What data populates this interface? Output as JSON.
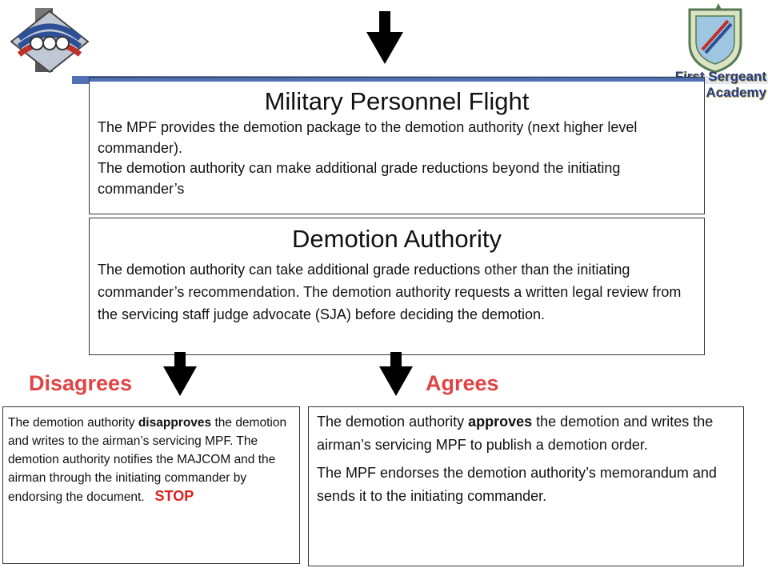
{
  "header": {
    "left_logo_icon": "first-sergeant-chevron-logo-icon",
    "right_logo_icon": "first-sergeant-academy-shield-icon",
    "academy_title": "First Sergeant Academy"
  },
  "mpf_box": {
    "title": "Military Personnel Flight",
    "para1": "The MPF provides the demotion package to the demotion authority (next higher level commander).",
    "para2": "The demotion authority can make additional grade reductions beyond the initiating commander’s"
  },
  "authority_box": {
    "title": "Demotion Authority",
    "text": "The demotion authority can take additional grade reductions other than the initiating commander’s recommendation.  The demotion authority requests a written legal review from the servicing staff judge advocate (SJA) before deciding the demotion."
  },
  "branches": {
    "disagrees_label": "Disagrees",
    "agrees_label": "Agrees"
  },
  "disagree_box": {
    "text_before": "The demotion authority ",
    "emphasis": "disapproves",
    "text_after": " the demotion and writes to the airman’s servicing MPF.  The demotion authority notifies the MAJCOM and the airman through the initiating commander by endorsing the document.",
    "stop": "STOP"
  },
  "agree_box": {
    "p1_before": "The demotion authority ",
    "p1_emphasis": "approves",
    "p1_after": " the demotion and writes the airman’s servicing MPF to publish a demotion order.",
    "p2": "The MPF endorses the demotion authority’s memorandum and sends it to the initiating commander."
  },
  "colors": {
    "accent_blue": "#4f6fb3",
    "branch_red": "#e04545",
    "stop_red": "#e02020",
    "arrow": "#000000"
  }
}
